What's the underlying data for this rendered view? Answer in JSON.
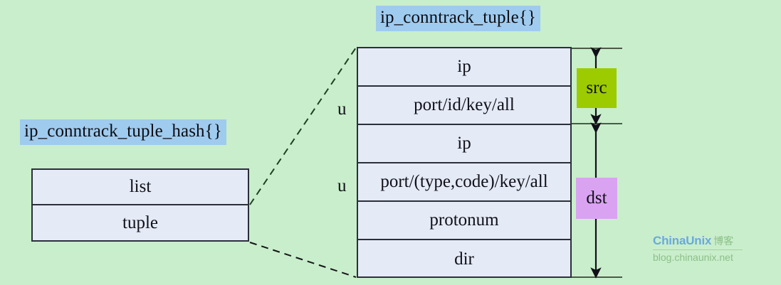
{
  "diagram": {
    "background_color": "#c9eecb",
    "title_highlight_color": "#9fcbef",
    "cell_fill_color": "#e4eaf6",
    "border_color": "#2b2f3a"
  },
  "hash_struct": {
    "title": "ip_conntrack_tuple_hash{}",
    "fields": [
      {
        "name": "list"
      },
      {
        "name": "tuple"
      }
    ]
  },
  "tuple_struct": {
    "title": "ip_conntrack_tuple{}",
    "fields": [
      {
        "name": "ip"
      },
      {
        "name": "port/id/key/all"
      },
      {
        "name": "ip"
      },
      {
        "name": "port/(type,code)/key/all"
      },
      {
        "name": "protonum"
      },
      {
        "name": "dir"
      }
    ],
    "union_markers": [
      {
        "label": "u",
        "applies_to": "port/id/key/all"
      },
      {
        "label": "u",
        "applies_to": "port/(type,code)/key/all"
      }
    ]
  },
  "ranges": [
    {
      "label": "src",
      "color": "#9ccb00",
      "covers": "ip, port/id/key/all"
    },
    {
      "label": "dst",
      "color": "#d9a3f2",
      "covers": "ip, port/(type,code)/key/all, protonum, dir"
    }
  ],
  "watermark": {
    "brand": "ChinaUnix",
    "brand_cn": "博客",
    "url": "blog.chinaunix.net"
  }
}
